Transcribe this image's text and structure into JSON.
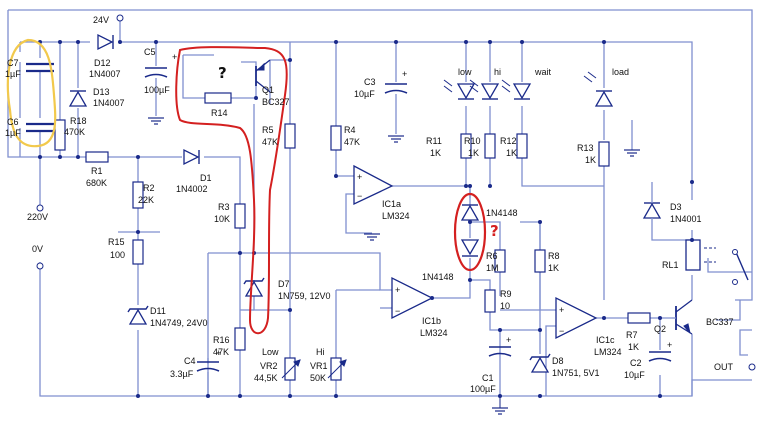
{
  "colors": {
    "wire": "#7f8fcf",
    "component": "#1a2a8a",
    "annotation_red": "#d42020",
    "annotation_yellow": "#f2c94c"
  },
  "labels": {
    "c7": "C7",
    "c7v": "1µF",
    "c6": "C6",
    "c6v": "1µF",
    "d12": "D12",
    "d12v": "1N4007",
    "d13": "D13",
    "d13v": "1N4007",
    "r18": "R18",
    "r18v": "470K",
    "supply": "24V",
    "c5": "C5",
    "c5v": "100µF",
    "q1": "Q1",
    "q1v": "BC327",
    "r14": "R14",
    "r5": "R5",
    "r5v": "47K",
    "r4": "R4",
    "r4v": "47K",
    "c3": "C3",
    "c3v": "10µF",
    "low": "low",
    "hi": "hi",
    "wait": "wait",
    "load": "load",
    "r11": "R11",
    "r11v": "1K",
    "r10": "R10",
    "r10v": "1K",
    "r12": "R12",
    "r12v": "1K",
    "r13": "R13",
    "r13v": "1K",
    "r1": "R1",
    "r1v": "680K",
    "d1": "D1",
    "d1v": "1N4002",
    "r2": "R2",
    "r2v": "22K",
    "r3": "R3",
    "r3v": "10K",
    "ic1a": "IC1a",
    "ic1av": "LM324",
    "ic1b": "IC1b",
    "ic1bv": "LM324",
    "ic1c": "IC1c",
    "ic1cv": "LM324",
    "d3": "D3",
    "d3v": "1N4001",
    "rl1": "RL1",
    "ac": "220V",
    "zero": "0V",
    "r15": "R15",
    "r15v": "100",
    "d11": "D11",
    "d11v": "1N4749, 24V0",
    "d7": "D7",
    "d7v": "1N759, 12V0",
    "dtop": "1N4148",
    "dmid": "1N4148",
    "r6": "R6",
    "r6v": "1M",
    "r8": "R8",
    "r8v": "1K",
    "r9": "R9",
    "r9v": "10",
    "r16": "R16",
    "r16v": "47K",
    "c4": "C4",
    "c4v": "3.3µF",
    "vr2": "Low",
    "vr2a": "VR2",
    "vr2v": "44,5K",
    "vr1": "Hi",
    "vr1a": "VR1",
    "vr1v": "50K",
    "c1": "C1",
    "c1v": "100µF",
    "d8": "D8",
    "d8v": "1N751, 5V1",
    "r7": "R7",
    "r7v": "1K",
    "q2": "Q2",
    "q2v": "BC337",
    "c2": "C2",
    "c2v": "10µF",
    "out": "OUT",
    "qmark1": "?",
    "qmark2": "?",
    "plus": "+",
    "minus": "−"
  }
}
